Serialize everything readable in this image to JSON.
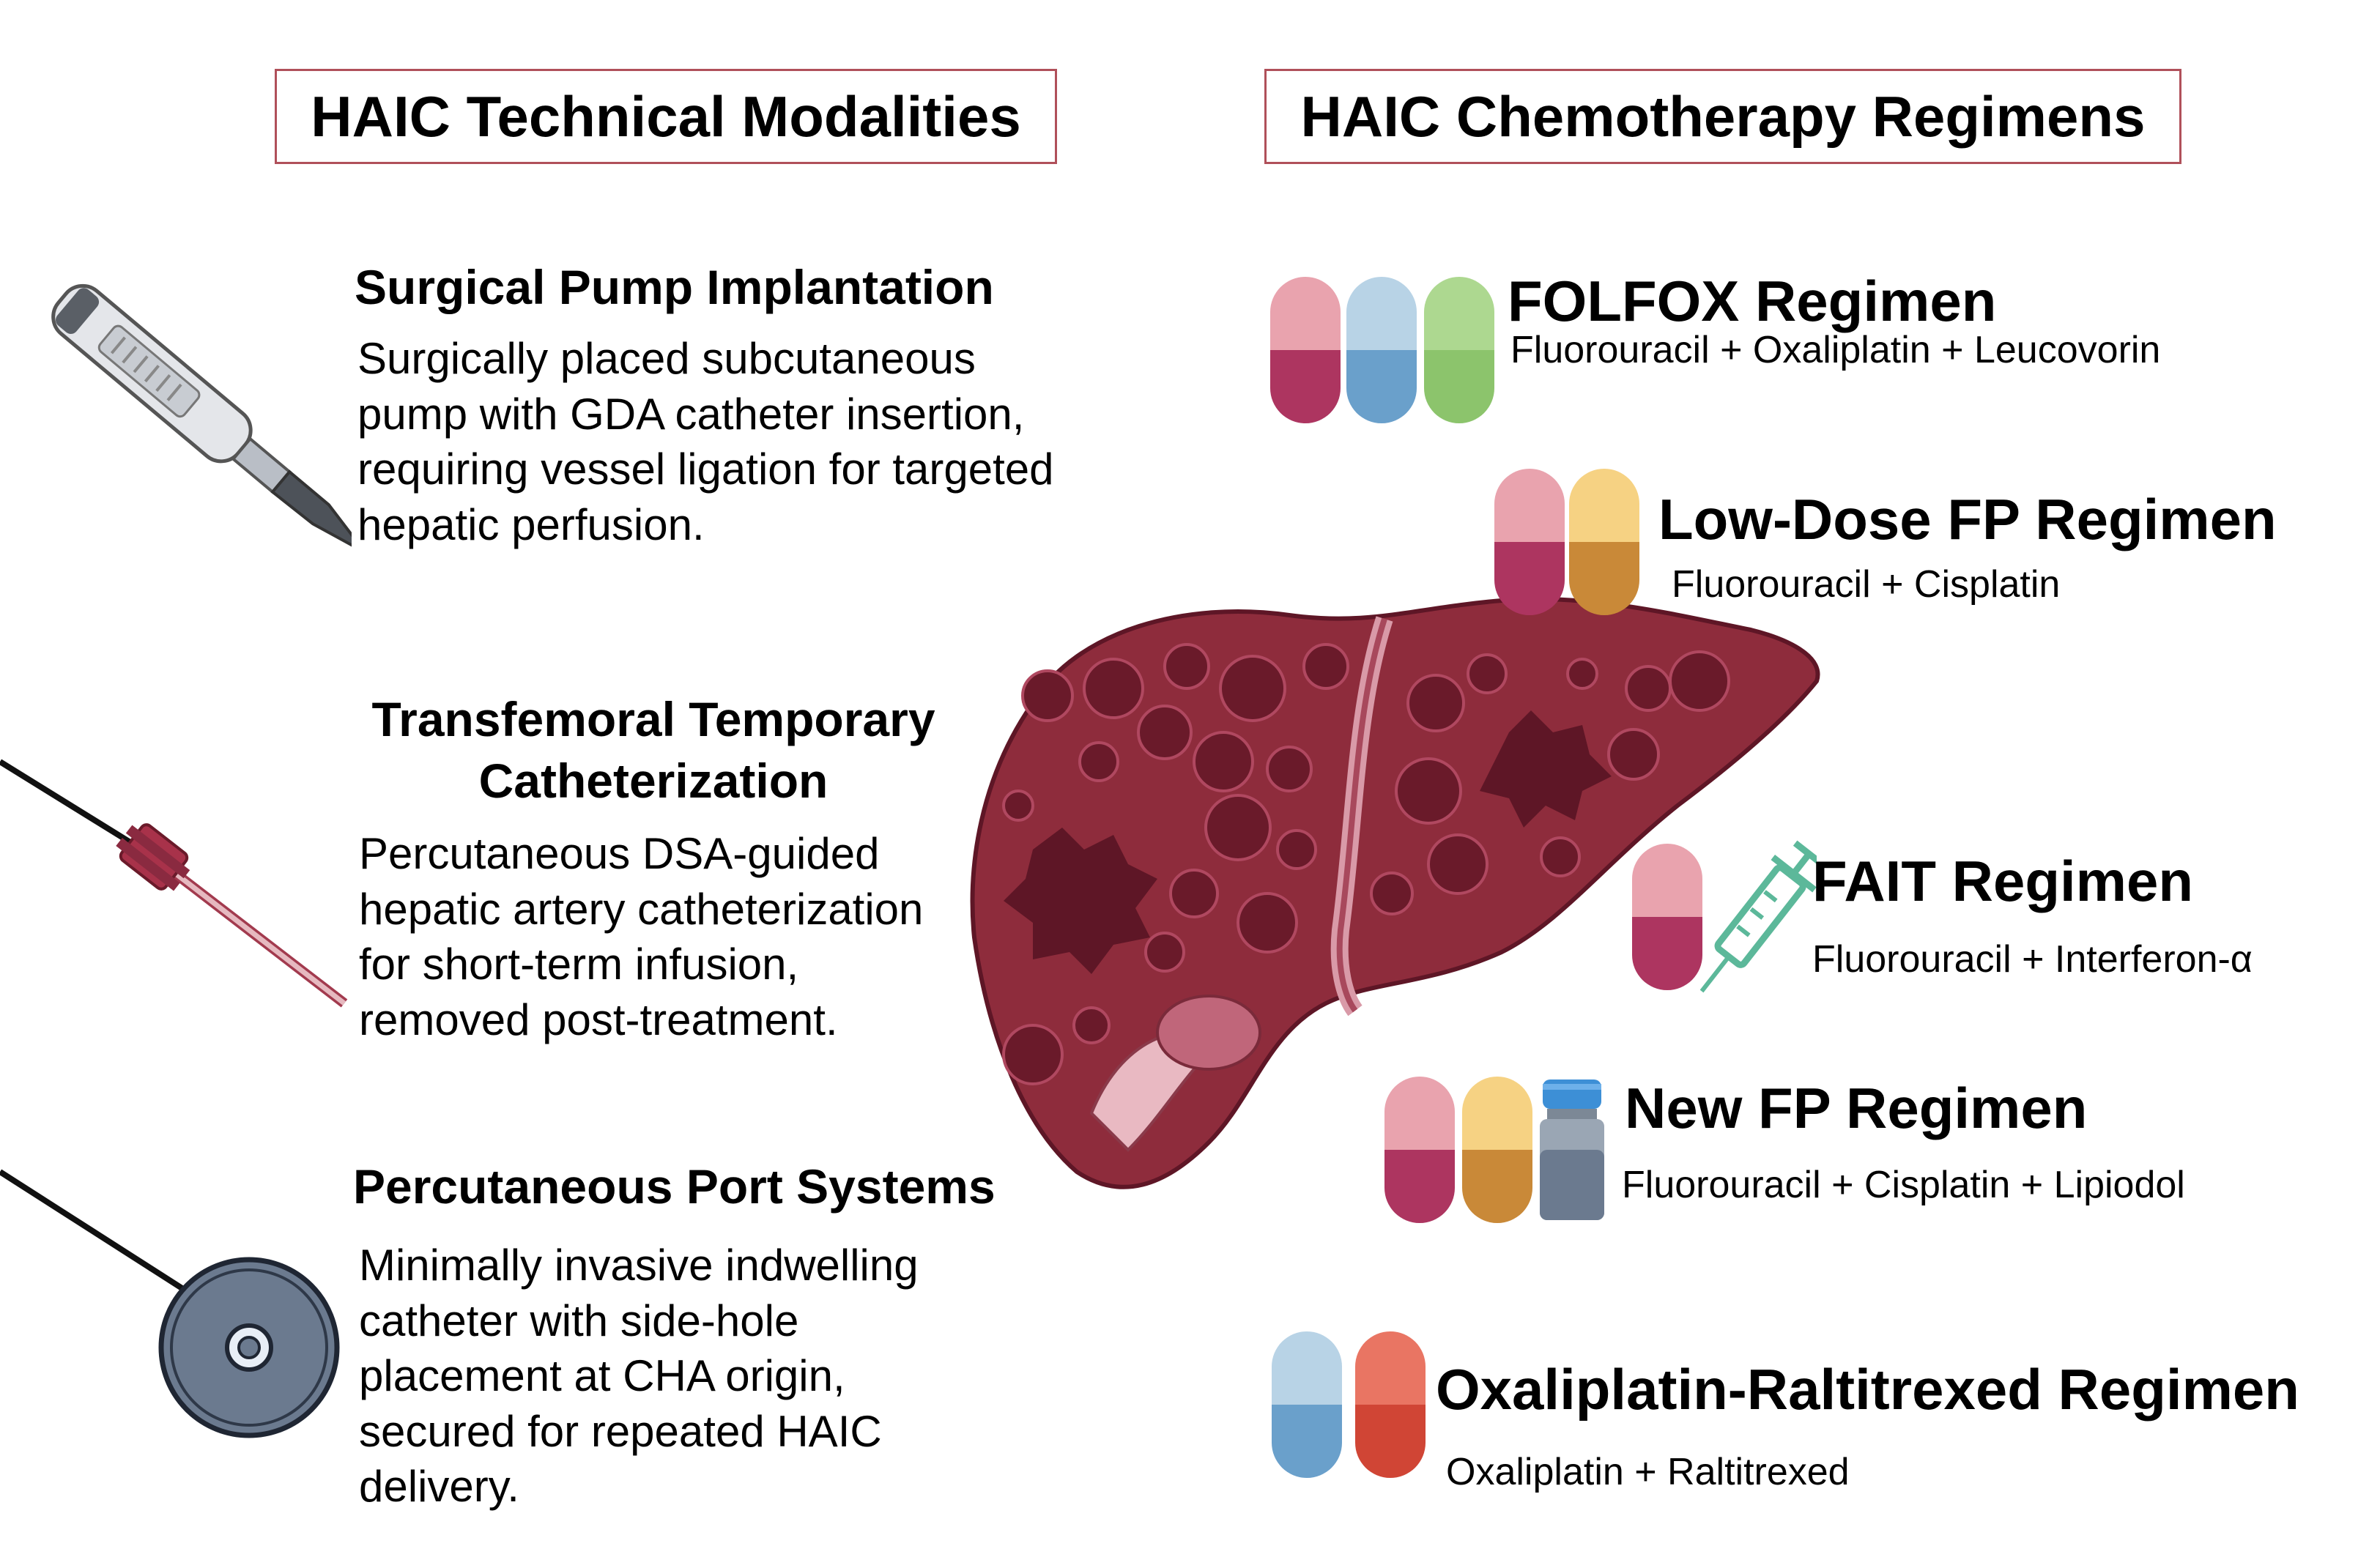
{
  "headers": {
    "modalities": "HAIC Technical Modalities",
    "regimens": "HAIC Chemotherapy Regimens"
  },
  "modalities": [
    {
      "title_lines": [
        "Surgical Pump Implantation"
      ],
      "desc_lines": [
        "Surgically placed subcutaneous",
        "pump with GDA catheter insertion,",
        "requiring vessel ligation for targeted",
        "hepatic perfusion."
      ],
      "icon": "scalpel-icon"
    },
    {
      "title_lines": [
        "Transfemoral Temporary",
        "Catheterization"
      ],
      "desc_lines": [
        "Percutaneous DSA-guided",
        "hepatic artery catheterization",
        "for short-term infusion,",
        "removed post-treatment."
      ],
      "icon": "catheter-icon"
    },
    {
      "title_lines": [
        "Percutaneous Port Systems"
      ],
      "desc_lines": [
        "Minimally invasive indwelling",
        "catheter with side-hole",
        "placement at CHA origin,",
        "secured for repeated HAIC",
        "delivery."
      ],
      "icon": "port-icon"
    }
  ],
  "regimens": [
    {
      "title": "FOLFOX Regimen",
      "drugs": "Fluorouracil + Oxaliplatin + Leucovorin",
      "icons": [
        "pink-capsule-icon",
        "blue-capsule-icon",
        "green-capsule-icon"
      ]
    },
    {
      "title": "Low-Dose FP Regimen",
      "drugs": "Fluorouracil + Cisplatin",
      "icons": [
        "pink-capsule-icon",
        "orange-capsule-icon"
      ]
    },
    {
      "title": "FAIT Regimen",
      "drugs": "Fluorouracil + Interferon-α",
      "icons": [
        "pink-capsule-icon",
        "syringe-icon"
      ]
    },
    {
      "title": "New FP Regimen",
      "drugs": "Fluorouracil + Cisplatin + Lipiodol",
      "icons": [
        "pink-capsule-icon",
        "orange-capsule-icon",
        "vial-icon"
      ]
    },
    {
      "title": "Oxaliplatin-Raltitrexed Regimen",
      "drugs": "Oxaliplatin + Raltitrexed",
      "icons": [
        "blue-capsule-icon",
        "red-capsule-icon"
      ]
    }
  ],
  "colors": {
    "header_border": "#b0505a",
    "liver": "#8e2c3c",
    "liver_dark": "#6a1a2a",
    "capsule_pink": "#e9a3ae",
    "capsule_pink_dark": "#ad3560",
    "capsule_blue": "#b8d3e6",
    "capsule_blue_dark": "#6aa0cb",
    "capsule_green": "#add890",
    "capsule_green_dark": "#8cc46c",
    "capsule_orange": "#f6d283",
    "capsule_orange_dark": "#c98938",
    "capsule_red": "#e97563",
    "capsule_red_dark": "#d04535",
    "syringe": "#5cb89a",
    "port": "#6b7a8f"
  },
  "center_icon": "liver-icon"
}
